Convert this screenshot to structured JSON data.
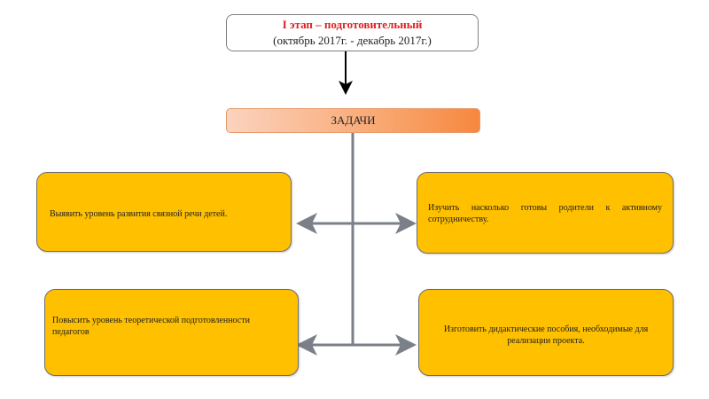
{
  "header": {
    "stage_title": "I этап – подготовительный",
    "period": "(октябрь 2017г. - декабрь 2017г.)"
  },
  "tasks_label": "ЗАДАЧИ",
  "tasks": [
    "Выявить  уровень развития связной речи детей.",
    "Изучить  насколько готовы   родители к активному сотрудничеству.",
    "Повысить уровень теоретической подготовленности педагогов",
    "Изготовить дидактические пособия, необходимые для реализации проекта."
  ],
  "colors": {
    "task_fill": "#ffc000",
    "title_red": "#e02020",
    "connector": "#7a7f88"
  }
}
